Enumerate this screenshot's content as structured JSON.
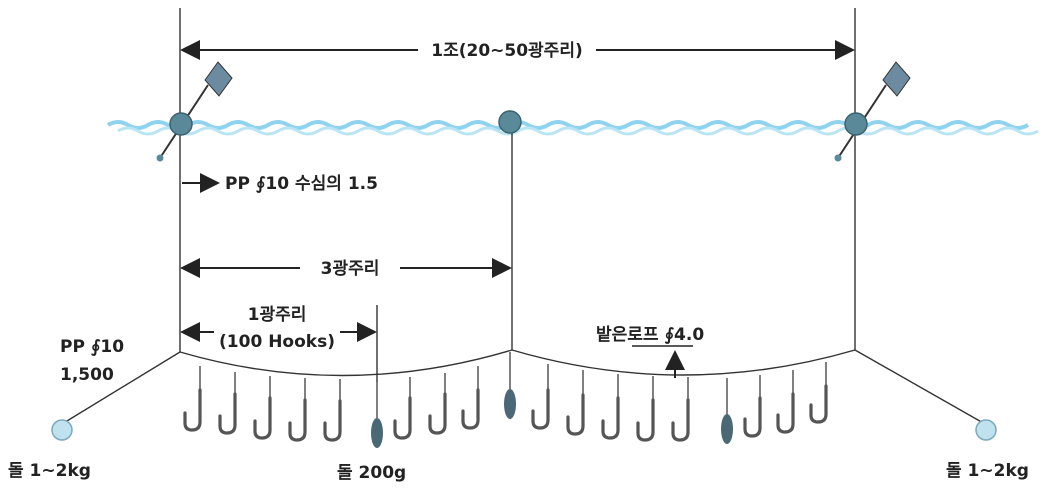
{
  "labels": {
    "set_span": "1조(20~50광주리)",
    "float_line": "PP ∮10 수심의 1.5",
    "three_baskets": "3광주리",
    "one_basket": "1광주리",
    "one_basket_hooks": "(100 Hooks)",
    "anchor_line": "PP ∮10",
    "anchor_line_length": "1,500",
    "main_line": "밭은로프 ∮4.0",
    "left_anchor_stone": "돌 1~2kg",
    "right_anchor_stone": "돌 1~2kg",
    "sinker_stone": "돌 200g"
  },
  "colors": {
    "water": "#8fd3ee",
    "buoy": "#5a8a9a",
    "flag": "#6c8aa0",
    "sinker": "#4a6876",
    "anchor_stone": "#bfe2ee",
    "line": "#333333"
  }
}
